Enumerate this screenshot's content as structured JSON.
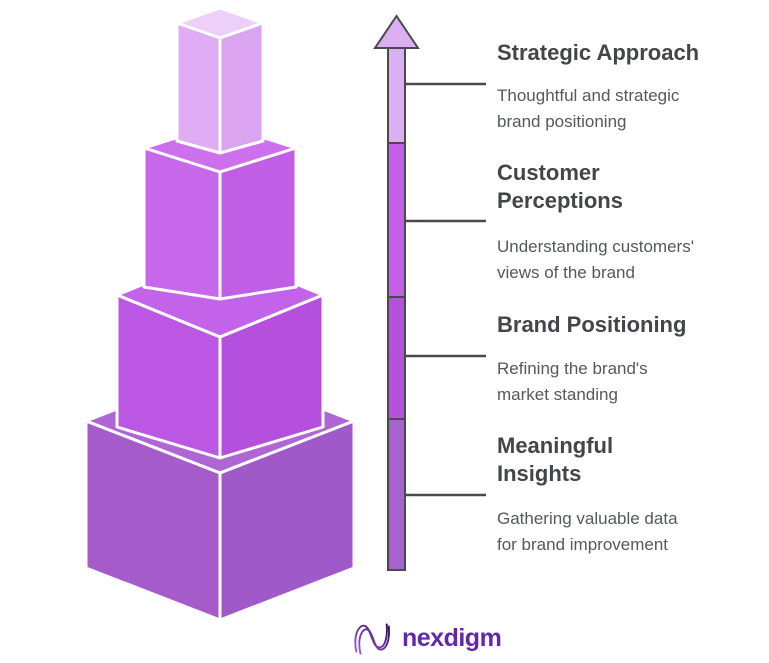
{
  "page": {
    "background": "#ffffff"
  },
  "colors": {
    "outline": "#4a4a4d",
    "face_separator": "#ffffff",
    "heading_text": "#434548",
    "description_text": "#55585c"
  },
  "levels": [
    {
      "id": "strategic-approach",
      "title_lines": [
        "Strategic Approach"
      ],
      "description_lines": [
        "Thoughtful and strategic",
        "brand positioning"
      ],
      "block": {
        "top": "#ecd0fa",
        "left": "#e0adf5",
        "right": "#daa4f0"
      },
      "arrow_segment_color": "#dcaff2"
    },
    {
      "id": "customer-perceptions",
      "title_lines": [
        "Customer",
        "Perceptions"
      ],
      "description_lines": [
        "Understanding customers'",
        "views of the brand"
      ],
      "block": {
        "top": "#cd70ee",
        "left": "#c767ea",
        "right": "#c05ee6"
      },
      "arrow_segment_color": "#c45fe9"
    },
    {
      "id": "brand-positioning",
      "title_lines": [
        "Brand Positioning"
      ],
      "description_lines": [
        "Refining the brand's",
        "market standing"
      ],
      "block": {
        "top": "#c263e9",
        "left": "#bb57e3",
        "right": "#b450dd"
      },
      "arrow_segment_color": "#b452de"
    },
    {
      "id": "meaningful-insights",
      "title_lines": [
        "Meaningful",
        "Insights"
      ],
      "description_lines": [
        "Gathering valuable data",
        "for brand improvement"
      ],
      "block": {
        "top": "#ae66d5",
        "left": "#a55cca",
        "right": "#a059c8"
      },
      "arrow_segment_color": "#a763cd"
    }
  ],
  "logo": {
    "text": "nexdigm",
    "text_color": "#6228a8",
    "icon_gradient_start": "#a855e0",
    "icon_gradient_end": "#2d1060"
  }
}
